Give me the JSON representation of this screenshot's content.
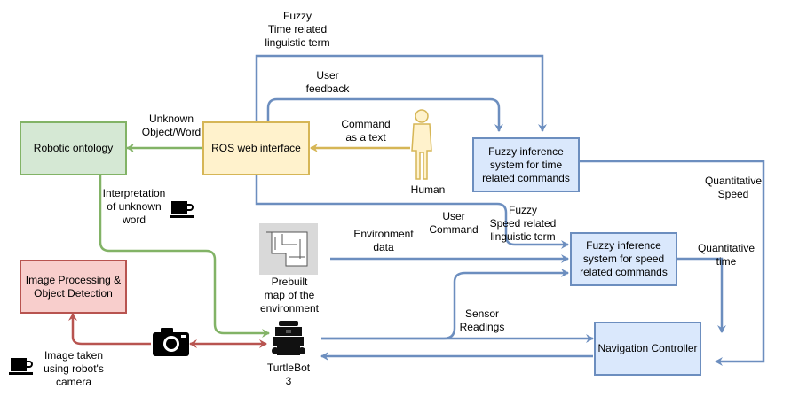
{
  "colors": {
    "blue": "#6c8ebf",
    "blue_fill": "#dae8fc",
    "green": "#82b366",
    "green_fill": "#d5e8d4",
    "yellow": "#d6b656",
    "yellow_fill": "#fff2cc",
    "red": "#b85450",
    "red_fill": "#f8cecc"
  },
  "nodes": {
    "ontology": "Robotic ontology",
    "ros": "ROS web interface",
    "fis_time": "Fuzzy inference\nsystem for time\nrelated commands",
    "fis_speed": "Fuzzy inference\nsystem for speed\nrelated commands",
    "nav": "Navigation Controller",
    "image_proc": "Image Processing &\nObject Detection"
  },
  "icons": {
    "human": "Human",
    "map": "Prebuilt\nmap of the\nenvironment",
    "turtlebot": "TurtleBot\n3",
    "camera": "camera-icon",
    "coffee": "coffee-cup-icon"
  },
  "labels": {
    "fuzzy_time": "Fuzzy\nTime related\nlinguistic term",
    "user_feedback": "User\nfeedback",
    "unknown_object": "Unknown\nObject/Word",
    "command_text": "Command\nas a text",
    "interpretation": "Interpretation\nof unknown\nword",
    "user_command": "User\nCommand",
    "fuzzy_speed": "Fuzzy\nSpeed related\nlinguistic term",
    "env_data": "Environment\ndata",
    "quant_speed": "Quantitative\nSpeed",
    "quant_time": "Quantitative\ntime",
    "sensor": "Sensor\nReadings",
    "image_taken": "Image taken\nusing robot's\ncamera"
  }
}
